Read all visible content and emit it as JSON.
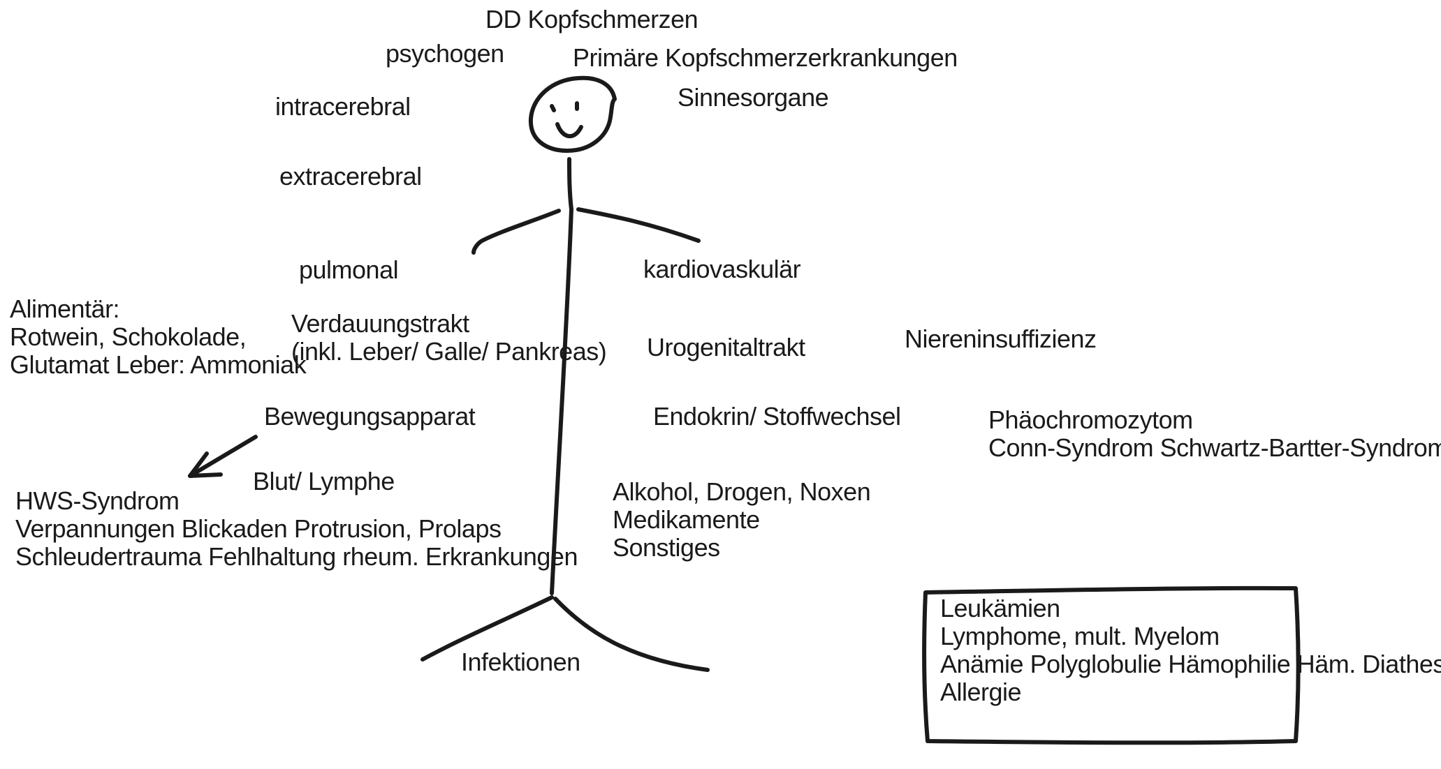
{
  "title": "DD Kopfschmerzen",
  "labels": {
    "psychogen": "psychogen",
    "primaer": "Primäre Kopfschmerzerkrankungen",
    "sinnesorgane": "Sinnesorgane",
    "intracerebral": "intracerebral",
    "extracerebral": "extracerebral",
    "pulmonal": "pulmonal",
    "kardiovaskulaer": "kardiovaskulär",
    "verdauung": [
      "Verdauungstrakt",
      "(inkl. Leber/ Galle/ Pankreas)"
    ],
    "alimentaer": [
      "Alimentär:",
      "Rotwein, Schokolade,",
      "Glutamat Leber: Ammoniak"
    ],
    "urogenital": "Urogenitaltrakt",
    "niereninsuffizienz": "Niereninsuffizienz",
    "bewegungsapparat": "Bewegungsapparat",
    "endokrin": "Endokrin/ Stoffwechsel",
    "phaeochromozytom": [
      "Phäochromozytom",
      "Conn-Syndrom Schwartz-Bartter-Syndrom"
    ],
    "blut": "Blut/ Lymphe",
    "hws": [
      "HWS-Syndrom",
      "Verpannungen Blickaden Protrusion, Prolaps",
      "Schleudertrauma Fehlhaltung rheum. Erkrankungen"
    ],
    "noxen": [
      "Alkohol, Drogen, Noxen",
      "Medikamente",
      "Sonstiges"
    ],
    "infektionen": "Infektionen"
  },
  "blood_box": [
    "Leukämien",
    "Lymphome, mult. Myelom",
    "Anämie Polyglobulie Hämophilie Häm. Diathese",
    "Allergie"
  ],
  "colors": {
    "ink": "#1a1a1a",
    "background": "#ffffff"
  }
}
